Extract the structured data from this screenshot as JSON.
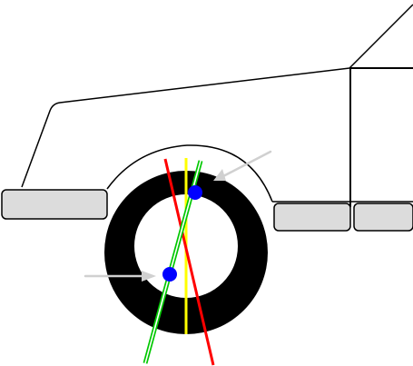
{
  "diagram": {
    "type": "wheel camber / caster illustration",
    "text_labels": [],
    "colors": {
      "background": "#ffffff",
      "outline": "#000000",
      "tire": "#000000",
      "rim_inner": "#ffffff",
      "bumper_fill": "#dcdcdc",
      "reference_vertical": "#ffff00",
      "tilted_axis": "#ff0000",
      "steering_axis": "#00c800",
      "pivot_points": "#0000ff",
      "arrows": "#d0d0d0"
    },
    "icons": {
      "upper_pivot": "circle-dot",
      "lower_pivot": "circle-dot",
      "upper_arrow": "arrow-pointer",
      "lower_arrow": "arrow-pointer"
    }
  }
}
